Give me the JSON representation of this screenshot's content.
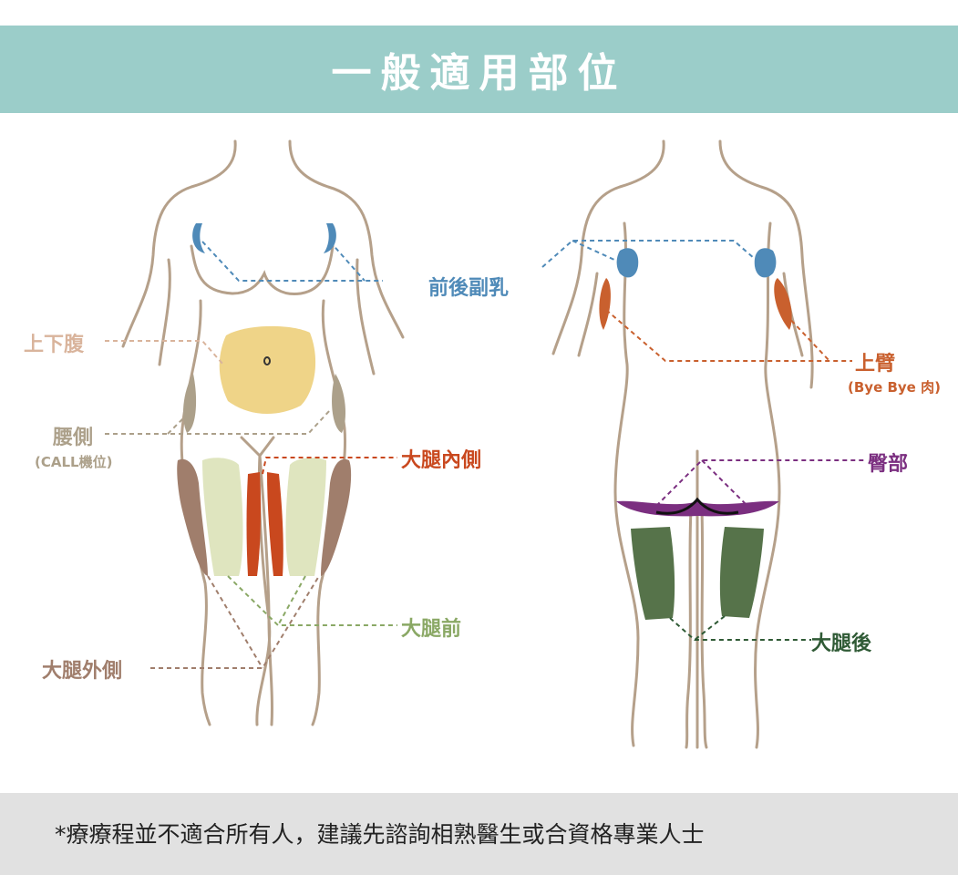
{
  "title": "一般適用部位",
  "labels": {
    "abdomen": "上下腹",
    "waist": "腰側",
    "waist_sub": "(CALL機位)",
    "inner_thigh": "大腿內側",
    "front_thigh": "大腿前",
    "outer_thigh": "大腿外側",
    "back_fat": "前後副乳",
    "upper_arm": "上臂",
    "upper_arm_sub": "(Bye Bye 肉)",
    "buttocks": "臀部",
    "back_thigh": "大腿後"
  },
  "colors": {
    "header": "#9bcdc9",
    "outline": "#b5a08a",
    "abdomen": "#efd488",
    "abdomen_label": "#d9b49c",
    "waist": "#aca08a",
    "outer_thigh": "#a07e6c",
    "front_thigh": "#dfe5bf",
    "front_thigh_label": "#8aa865",
    "inner_thigh": "#c9481e",
    "blue": "#4f8ab8",
    "arm": "#c9602e",
    "purple": "#7b2f80",
    "green": "#56734a"
  },
  "footer": "*療療程並不適合所有人，建議先諮詢相熟醫生或合資格專業人士"
}
